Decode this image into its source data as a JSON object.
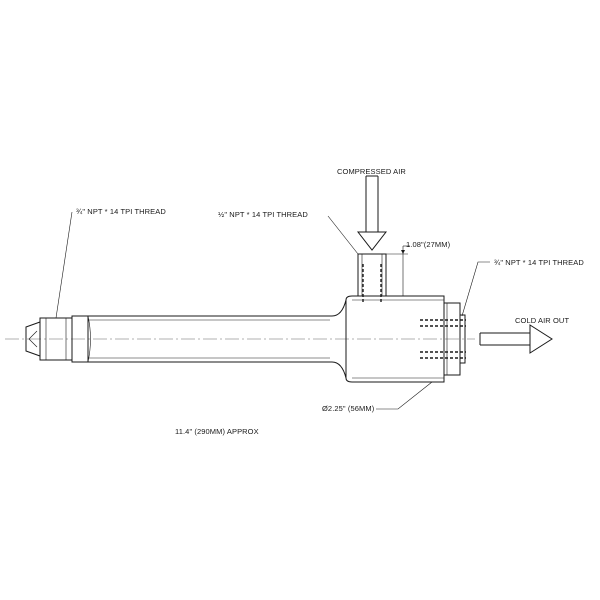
{
  "labels": {
    "compressed_air": "COMPRESSED AIR",
    "thread_left": "¾\" NPT  *  14 TPI THREAD",
    "thread_inlet": "½\" NPT * 14 TPI   THREAD",
    "inlet_length": "1.08\"(27MM)",
    "thread_right": "¾\" NPT  *  14 TPI THREAD",
    "cold_air_out": "COLD AIR OUT",
    "diameter": "Ø2.25\" (56MM)",
    "overall_length": "11.4\" (290MM) APPROX"
  },
  "colors": {
    "ink": "#1a1a1a",
    "centerline": "#666666",
    "background": "#ffffff"
  }
}
